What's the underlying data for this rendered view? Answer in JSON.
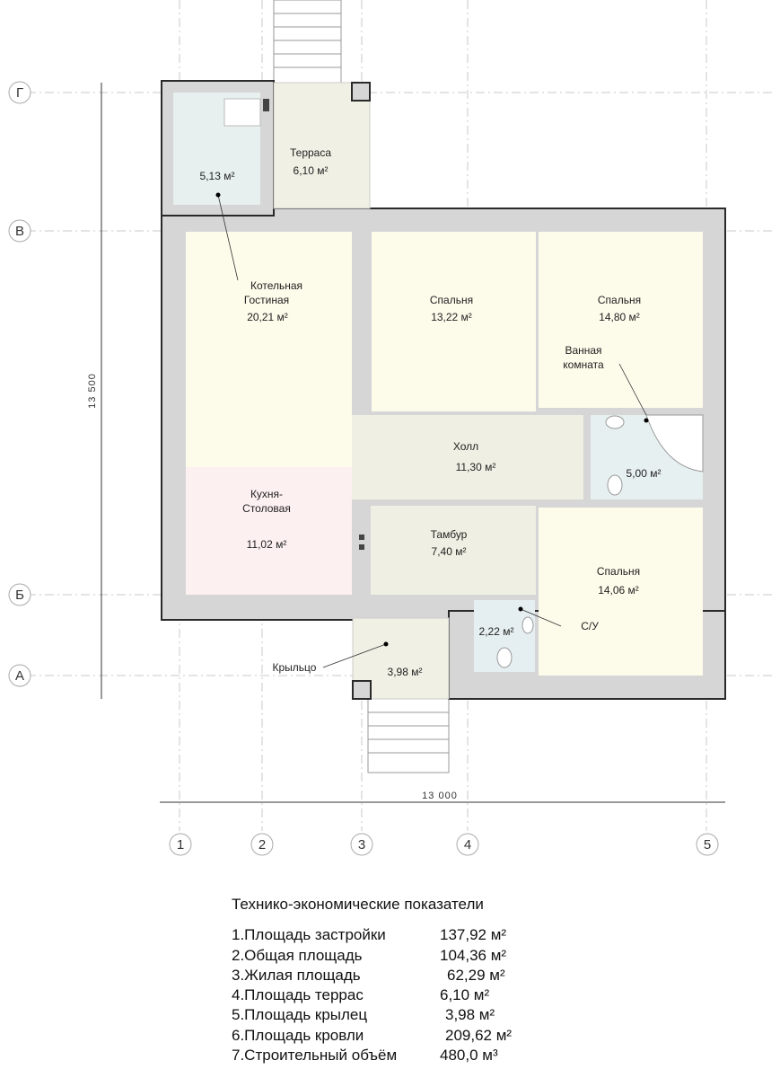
{
  "axes": {
    "rows": [
      "Г",
      "В",
      "Б",
      "А"
    ],
    "cols": [
      "1",
      "2",
      "3",
      "4",
      "5"
    ]
  },
  "dimensions": {
    "vertical": "13 500",
    "horizontal": "13 000"
  },
  "rooms": {
    "boiler": {
      "name": "Котельная",
      "area": "5,13 м²"
    },
    "terrace": {
      "name": "Терраса",
      "area": "6,10 м²"
    },
    "living": {
      "name": "Гостиная",
      "area": "20,21 м²"
    },
    "bedroom1": {
      "name": "Спальня",
      "area": "13,22 м²"
    },
    "bedroom2": {
      "name": "Спальня",
      "area": "14,80 м²"
    },
    "bathroom": {
      "name1": "Ванная",
      "name2": "комната",
      "area": "5,00 м²"
    },
    "hall": {
      "name": "Холл",
      "area": "11,30 м²"
    },
    "kitchen": {
      "name1": "Кухня-",
      "name2": "Столовая",
      "area": "11,02 м²"
    },
    "vestibule": {
      "name": "Тамбур",
      "area": "7,40 м²"
    },
    "bedroom3": {
      "name": "Спальня",
      "area": "14,06 м²"
    },
    "wc": {
      "name": "С/У",
      "area": "2,22 м²"
    },
    "porch": {
      "name": "Крыльцо",
      "area": "3,98 м²"
    }
  },
  "indicators": {
    "title": "Технико-экономические показатели",
    "rows": [
      {
        "label": "1.Площадь застройки",
        "value": "137,92 м²"
      },
      {
        "label": "2.Общая площадь",
        "value": "104,36 м²"
      },
      {
        "label": "3.Жилая площадь",
        "value": "62,29 м²"
      },
      {
        "label": "4.Площадь террас",
        "value": "6,10 м²"
      },
      {
        "label": "5.Площадь крылец",
        "value": "3,98 м²"
      },
      {
        "label": "6.Площадь кровли",
        "value": "209,62 м²"
      },
      {
        "label": "7.Строительный объём",
        "value": "480,0 м³"
      }
    ]
  }
}
